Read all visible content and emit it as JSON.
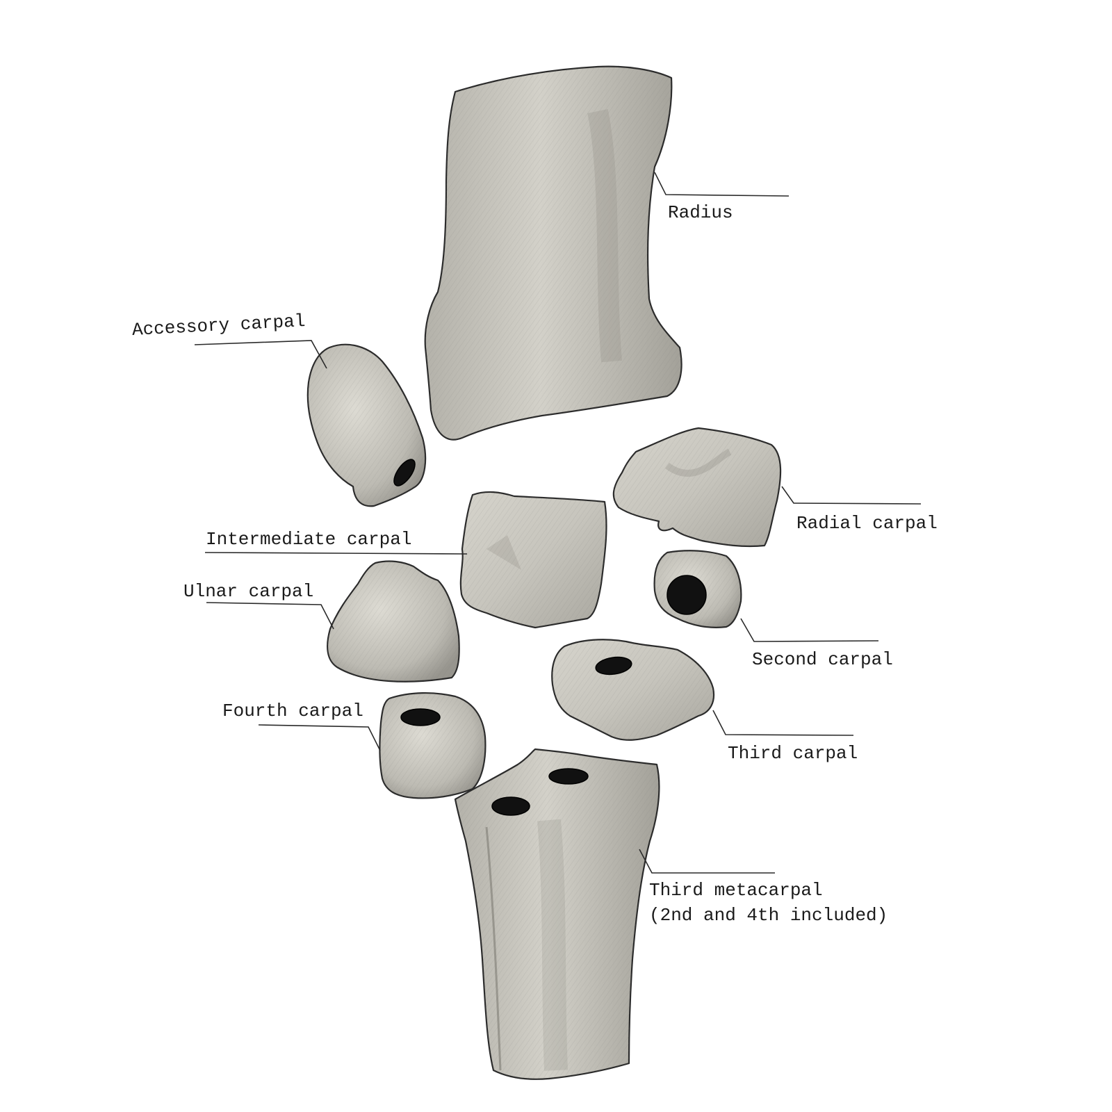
{
  "labels": {
    "radius": "Radius",
    "accessory_carpal": "Accessory carpal",
    "radial_carpal": "Radial carpal",
    "intermediate_carpal": "Intermediate carpal",
    "ulnar_carpal": "Ulnar carpal",
    "second_carpal": "Second carpal",
    "third_carpal": "Third carpal",
    "fourth_carpal": "Fourth carpal",
    "third_metacarpal_line1": "Third metacarpal",
    "third_metacarpal_line2": "(2nd and 4th included)"
  },
  "colors": {
    "bone_light": "#dcdad2",
    "bone_mid": "#bebcb4",
    "bone_dark": "#8f8d86",
    "outline": "#2b2b2b",
    "background": "#ffffff"
  }
}
